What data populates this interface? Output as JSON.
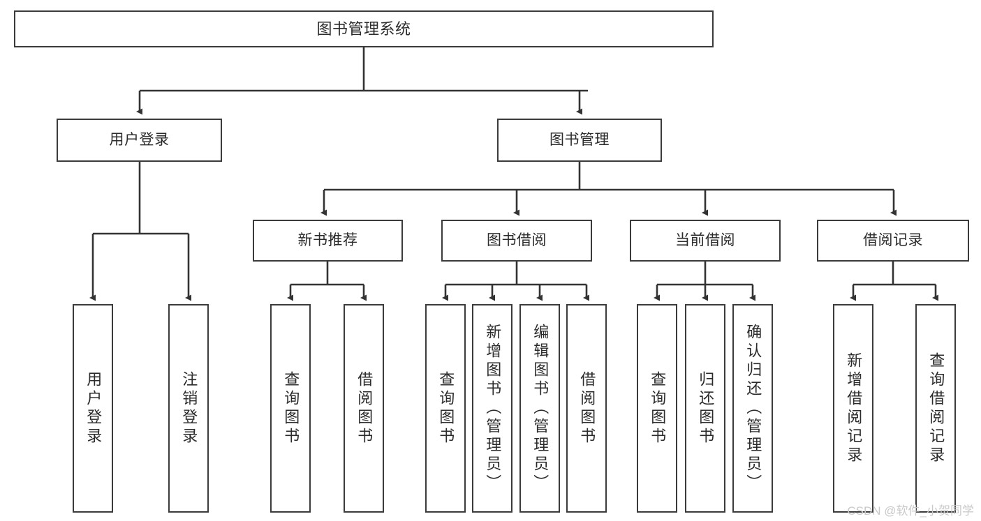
{
  "diagram": {
    "type": "tree-hierarchy-chart",
    "title": "图书管理系统",
    "colors": {
      "box_border": "#3b3b3b",
      "box_fill": "#ffffff",
      "edge": "#333333",
      "text": "#2b2b2b",
      "watermark": "#c9c9c9",
      "background": "#ffffff"
    },
    "root": {
      "label": "图书管理系统"
    },
    "level2": [
      {
        "label": "用户登录"
      },
      {
        "label": "图书管理"
      }
    ],
    "level3": [
      {
        "label": "新书推荐"
      },
      {
        "label": "图书借阅"
      },
      {
        "label": "当前借阅"
      },
      {
        "label": "借阅记录"
      }
    ],
    "leaves": {
      "user_login": [
        {
          "label": "用户登录"
        },
        {
          "label": "注销登录"
        }
      ],
      "new_book_recommend": [
        {
          "label": "查询图书"
        },
        {
          "label": "借阅图书"
        }
      ],
      "book_borrow": [
        {
          "label": "查询图书"
        },
        {
          "label": "新增图书（管理员）"
        },
        {
          "label": "编辑图书（管理员）"
        },
        {
          "label": "借阅图书"
        }
      ],
      "current_borrow": [
        {
          "label": "查询图书"
        },
        {
          "label": "归还图书"
        },
        {
          "label": "确认归还（管理员）"
        }
      ],
      "borrow_record": [
        {
          "label": "新增借阅记录"
        },
        {
          "label": "查询借阅记录"
        }
      ]
    }
  },
  "watermark": {
    "text": "CSDN @软件_小贺同学"
  }
}
